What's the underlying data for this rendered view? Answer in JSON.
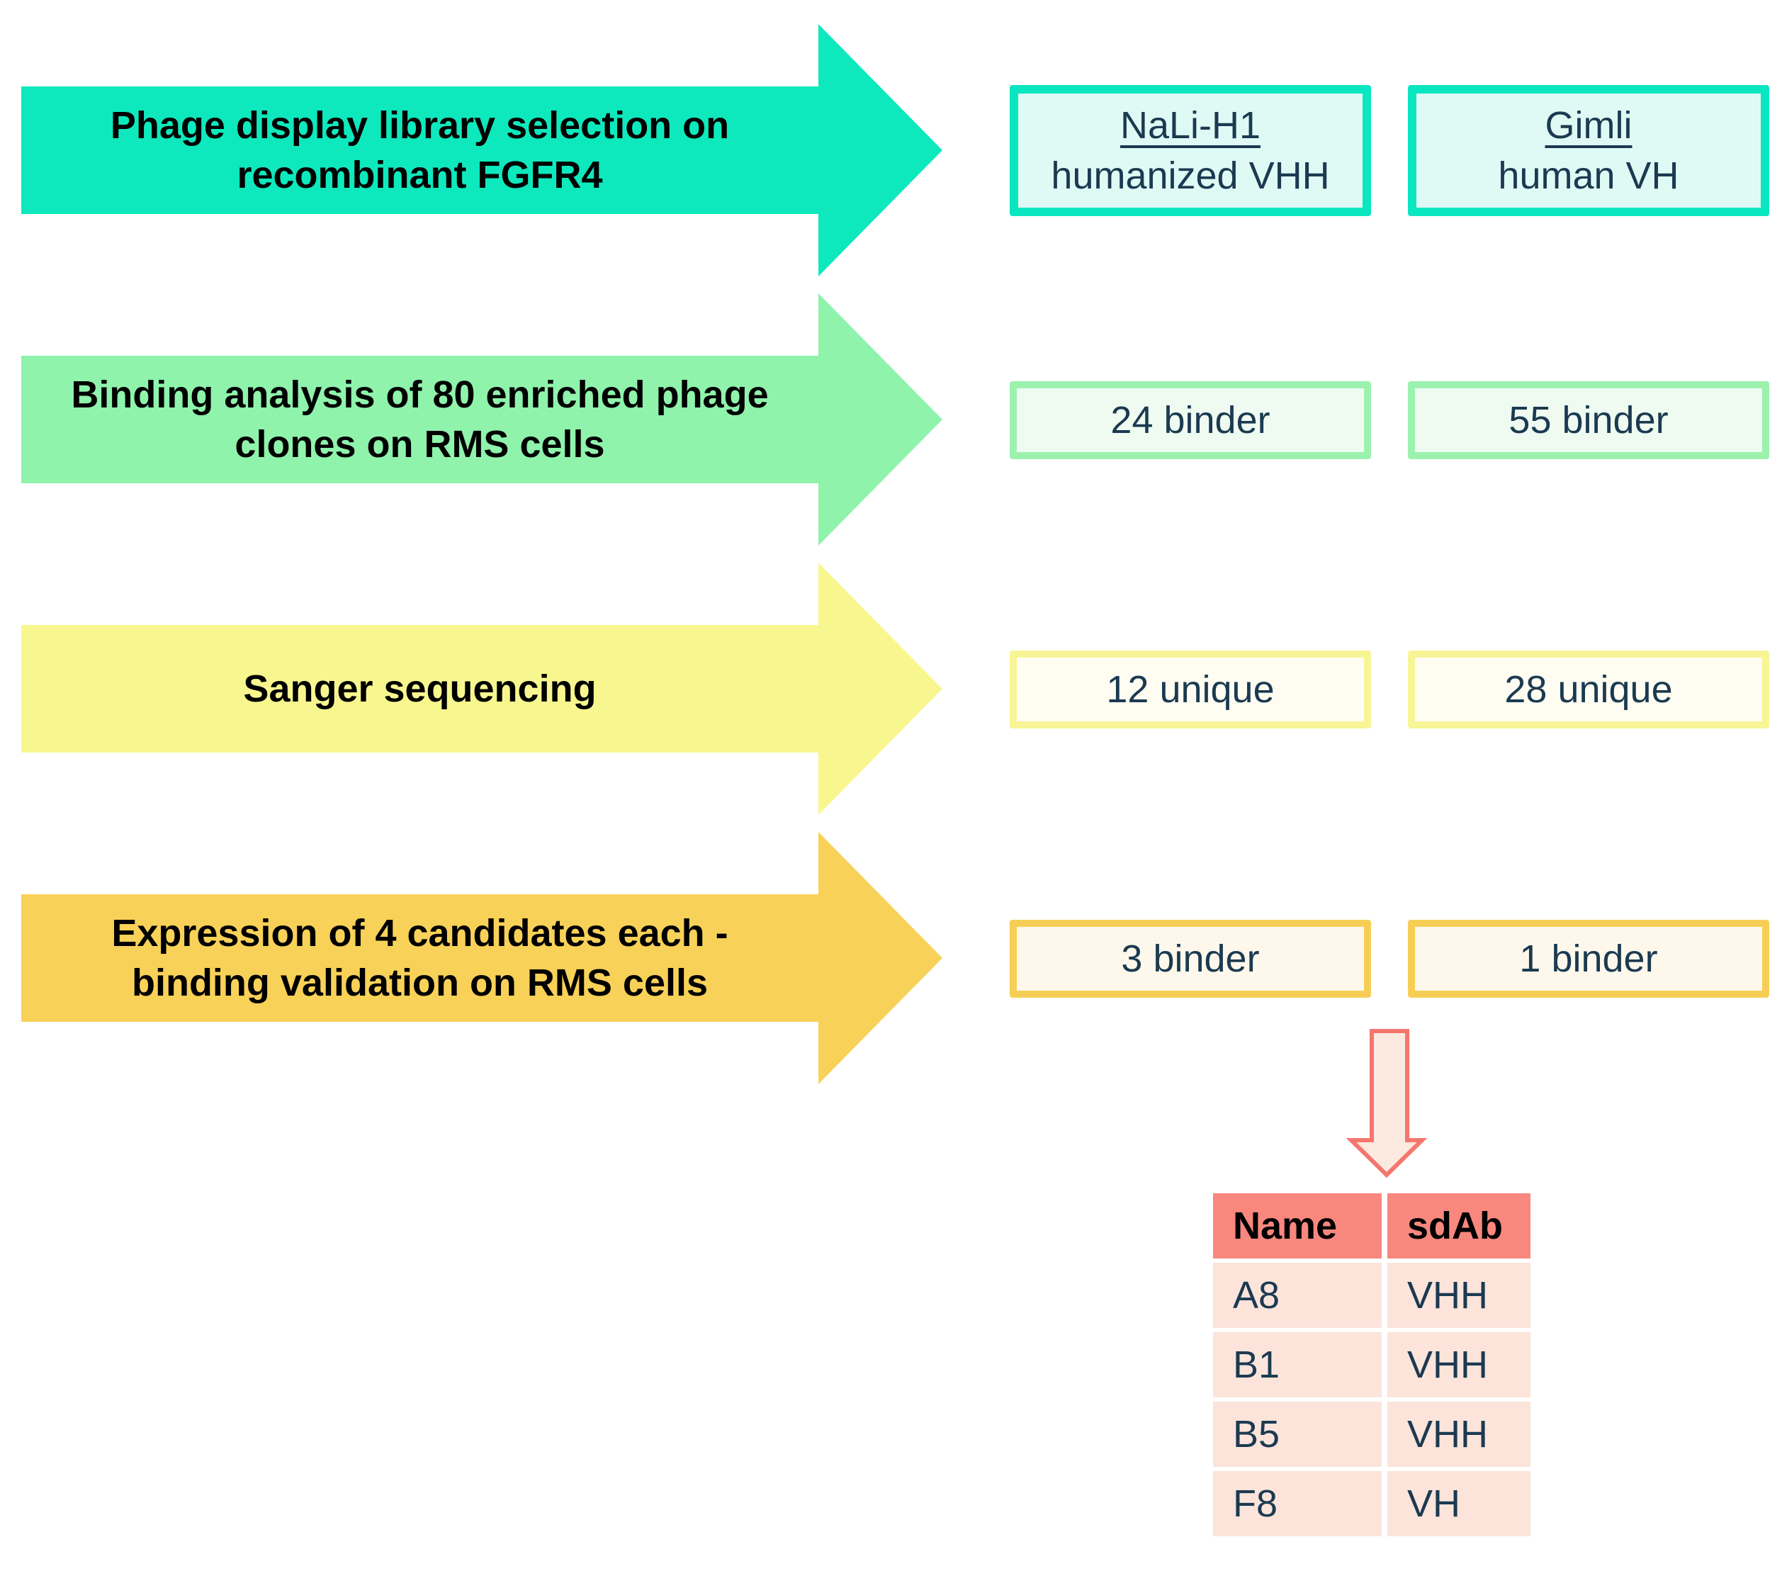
{
  "text_color": "#1B3A51",
  "flow": {
    "steps": [
      {
        "label_lines": [
          "Phage display library selection on",
          "recombinant FGFR4"
        ],
        "arrow_color": "#0DE9BD",
        "box_border": "#0AE7C0",
        "box_bg": "#DFF9F4",
        "results": [
          {
            "title": "NaLi-H1",
            "subtitle": "humanized VHH"
          },
          {
            "title": "Gimli",
            "subtitle": "human VH"
          }
        ]
      },
      {
        "label_lines": [
          "Binding analysis of 80 enriched phage",
          "clones on RMS cells"
        ],
        "arrow_color": "#8FF3AC",
        "box_border": "#9BF2AE",
        "box_bg": "#EFFBF1",
        "results": [
          {
            "value": "24 binder"
          },
          {
            "value": "55 binder"
          }
        ]
      },
      {
        "label_lines": [
          "Sanger sequencing"
        ],
        "arrow_color": "#F8F78F",
        "box_border": "#F8F596",
        "box_bg": "#FFFDF2",
        "results": [
          {
            "value": "12 unique"
          },
          {
            "value": "28 unique"
          }
        ]
      },
      {
        "label_lines": [
          "Expression of 4 candidates each -",
          "binding validation on RMS cells"
        ],
        "arrow_color": "#F8D158",
        "box_border": "#F7CE55",
        "box_bg": "#FDF8EB",
        "results": [
          {
            "value": "3 binder"
          },
          {
            "value": "1 binder"
          }
        ]
      }
    ]
  },
  "down_arrow": {
    "fill": "#FCE9E0",
    "border": "#F4776F"
  },
  "table": {
    "header_bg": "#F8877E",
    "row_bg": "#FCE4DB",
    "headers": [
      "Name",
      "sdAb"
    ],
    "rows": [
      [
        "A8",
        "VHH"
      ],
      [
        "B1",
        "VHH"
      ],
      [
        "B5",
        "VHH"
      ],
      [
        "F8",
        "VH"
      ]
    ]
  }
}
